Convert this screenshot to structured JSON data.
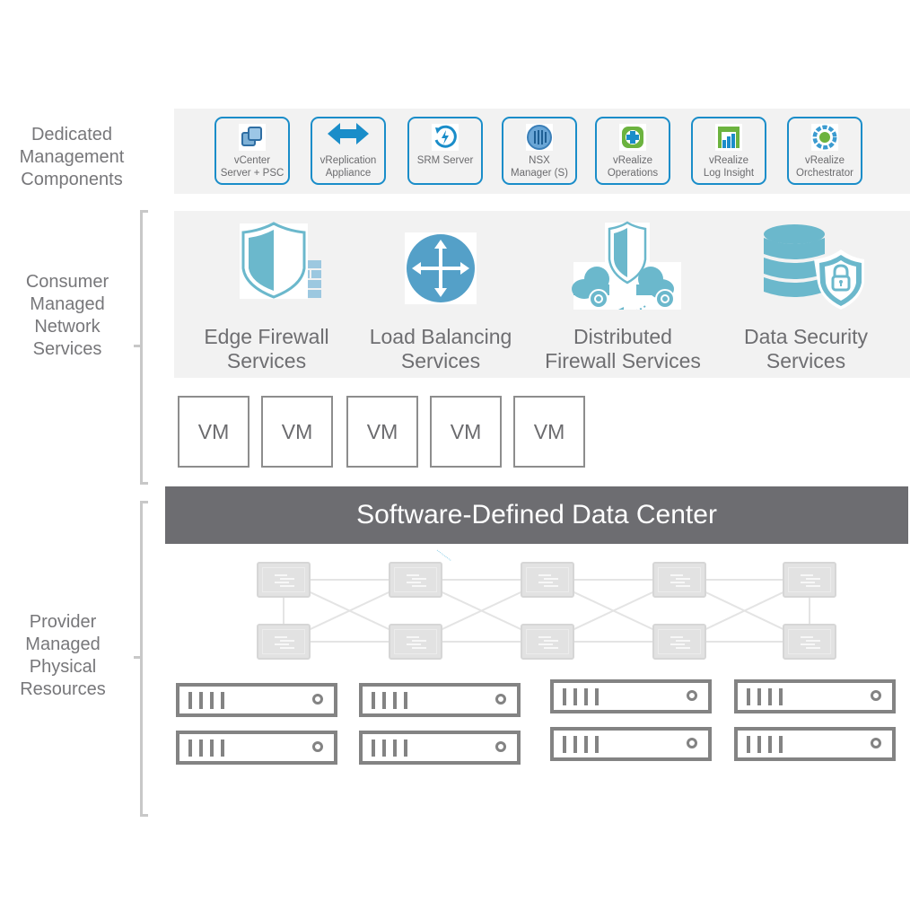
{
  "side_labels": {
    "dedicated": "Dedicated\nManagement\nComponents",
    "consumer": "Consumer\nManaged\nNetwork\nServices",
    "provider": "Provider\nManaged\nPhysical\nResources"
  },
  "management_components": [
    {
      "icon": "vcenter-icon",
      "line1": "vCenter",
      "line2": "Server + PSC",
      "color": "#3b7fb8"
    },
    {
      "icon": "bidirectional-arrow-icon",
      "line1": "vReplication",
      "line2": "Appliance",
      "color": "#1a8dc9"
    },
    {
      "icon": "srm-recovery-icon",
      "line1": "SRM Server",
      "line2": "",
      "color": "#1a8dc9"
    },
    {
      "icon": "nsx-icon",
      "line1": "NSX",
      "line2": "Manager (S)",
      "color": "#3d8fc4"
    },
    {
      "icon": "vrealize-operations-icon",
      "line1": "vRealize",
      "line2": "Operations",
      "color": "#6cb33f"
    },
    {
      "icon": "vrealize-log-insight-icon",
      "line1": "vRealize",
      "line2": "Log Insight",
      "color": "#6cb33f"
    },
    {
      "icon": "vrealize-orchestrator-icon",
      "line1": "vRealize",
      "line2": "Orchestrator",
      "color": "#3b9bd0"
    }
  ],
  "network_services": [
    {
      "icon": "edge-firewall-icon",
      "line1": "Edge Firewall",
      "line2": "Services"
    },
    {
      "icon": "load-balancer-icon",
      "line1": "Load Balancing",
      "line2": "Services"
    },
    {
      "icon": "distributed-firewall-icon",
      "line1": "Distributed",
      "line2": "Firewall Services"
    },
    {
      "icon": "data-security-icon",
      "line1": "Data Security",
      "line2": "Services"
    }
  ],
  "vms": [
    "VM",
    "VM",
    "VM",
    "VM",
    "VM"
  ],
  "sddc_label": "Software-Defined Data Center",
  "colors": {
    "accent_blue": "#1a8dc9",
    "service_teal": "#6bb8cc",
    "sddc_bar": "#6d6d71",
    "panel_bg": "#f2f2f2"
  }
}
